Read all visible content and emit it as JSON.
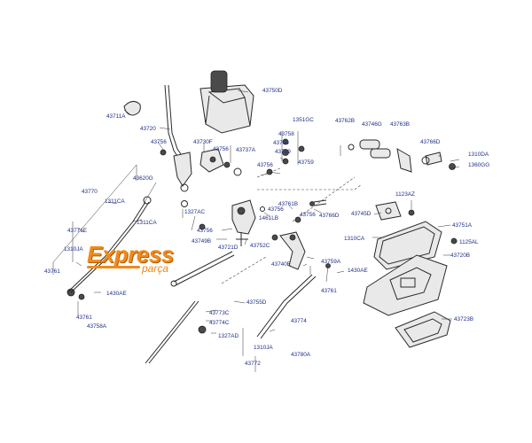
{
  "logo": {
    "brand": "Express",
    "sub": "parça"
  },
  "labels": [
    "43711A",
    "43720",
    "43756",
    "43730F",
    "43756",
    "43737A",
    "43750D",
    "1351GC",
    "43758",
    "43760",
    "43759",
    "43759",
    "43756",
    "43762B",
    "43746G",
    "43763B",
    "43766D",
    "1310DA",
    "1360GG",
    "43770",
    "1311CA",
    "43620G",
    "1311CA",
    "1327AC",
    "43756",
    "43761B",
    "43756",
    "1461LB",
    "43766D",
    "43745D",
    "1123AZ",
    "43756",
    "43749B",
    "43721D",
    "43752C",
    "43751A",
    "1310CA",
    "1125AL",
    "43720B",
    "43771E",
    "1310JA",
    "43761",
    "43759A",
    "1430AE",
    "43740E",
    "43761",
    "43761",
    "43758A",
    "1430AE",
    "43773C",
    "43755D",
    "43774C",
    "1327AD",
    "43774",
    "1310JA",
    "43772",
    "43780A",
    "43723B"
  ]
}
